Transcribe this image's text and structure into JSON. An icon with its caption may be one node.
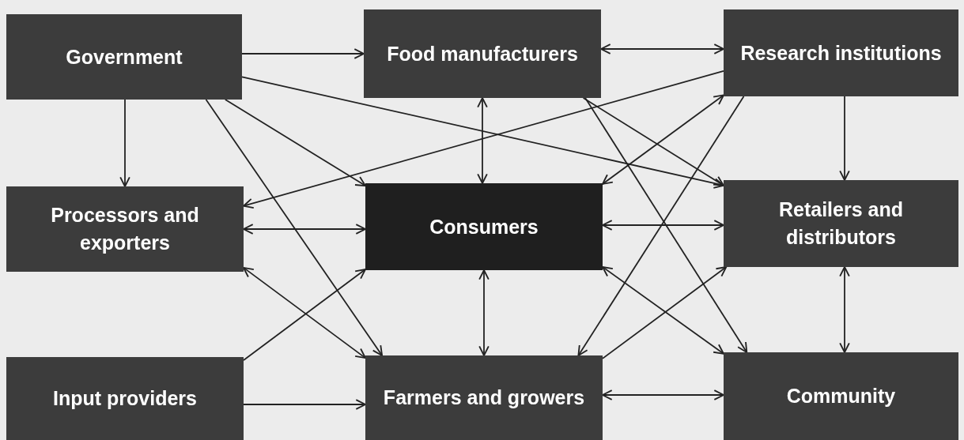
{
  "diagram": {
    "nodes": [
      {
        "text": [
          "Government"
        ]
      },
      {
        "text": [
          "Food manufacturers"
        ]
      },
      {
        "text": [
          "Research institutions"
        ]
      },
      {
        "text": [
          "Processors and exporters"
        ]
      },
      {
        "text": [
          "Consumers"
        ]
      },
      {
        "text": [
          "Retailers and distributors"
        ]
      },
      {
        "text": [
          "Input providers"
        ]
      },
      {
        "text": [
          "Farmers and growers"
        ]
      },
      {
        "text": [
          "Community"
        ]
      }
    ],
    "edges": [
      {
        "from": 0,
        "to": 1,
        "arrow": "to"
      },
      {
        "from": 1,
        "to": 2,
        "arrow": "both"
      },
      {
        "from": 0,
        "to": 3,
        "arrow": "to"
      },
      {
        "from": 0,
        "to": 4,
        "arrow": "to"
      },
      {
        "from": 0,
        "to": 7,
        "arrow": "to"
      },
      {
        "from": 0,
        "to": 5,
        "arrow": "to"
      },
      {
        "from": 2,
        "to": 3,
        "arrow": "to"
      },
      {
        "from": 2,
        "to": 5,
        "arrow": "to"
      },
      {
        "from": 2,
        "to": 7,
        "arrow": "to"
      },
      {
        "from": 1,
        "to": 4,
        "arrow": "both"
      },
      {
        "from": 1,
        "to": 5,
        "arrow": "to"
      },
      {
        "from": 1,
        "to": 8,
        "arrow": "to"
      },
      {
        "from": 4,
        "to": 2,
        "arrow": "both"
      },
      {
        "from": 3,
        "to": 4,
        "arrow": "both"
      },
      {
        "from": 4,
        "to": 5,
        "arrow": "both"
      },
      {
        "from": 3,
        "to": 7,
        "arrow": "both"
      },
      {
        "from": 6,
        "to": 4,
        "arrow": "to"
      },
      {
        "from": 4,
        "to": 7,
        "arrow": "both"
      },
      {
        "from": 4,
        "to": 8,
        "arrow": "both"
      },
      {
        "from": 7,
        "to": 5,
        "arrow": "to"
      },
      {
        "from": 5,
        "to": 8,
        "arrow": "both"
      },
      {
        "from": 6,
        "to": 7,
        "arrow": "to"
      },
      {
        "from": 7,
        "to": 8,
        "arrow": "both"
      }
    ]
  }
}
